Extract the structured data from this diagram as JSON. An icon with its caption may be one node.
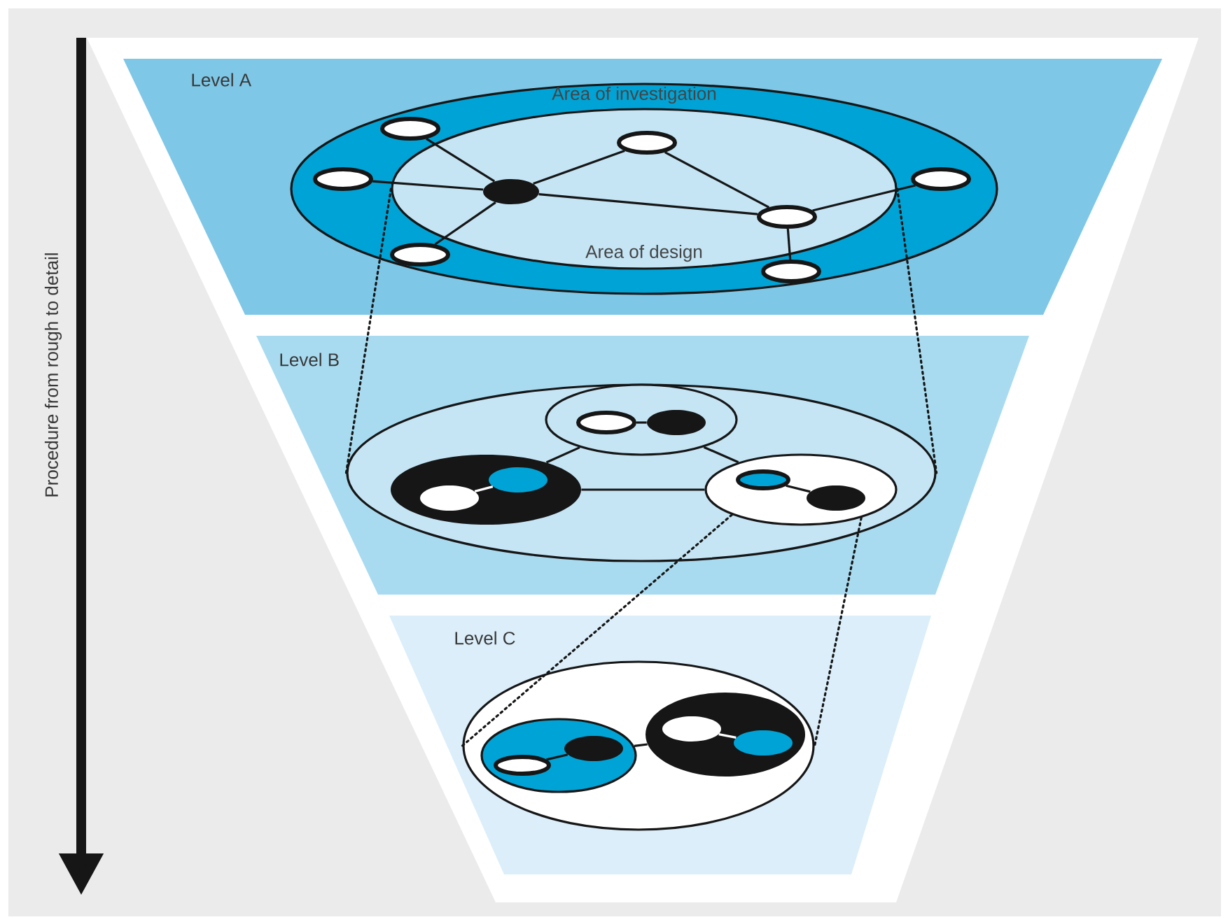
{
  "diagram": {
    "nodes": [
      {
        "text": [
          "Level A"
        ]
      },
      {
        "text": [
          "Area of investigation"
        ],
        "in": 0
      },
      {
        "text": [
          "Area of design"
        ],
        "in": 1
      },
      {
        "text": [],
        "shape": "ellipse",
        "in": 1
      },
      {
        "text": [],
        "shape": "ellipse",
        "in": 1
      },
      {
        "text": [],
        "shape": "ellipse",
        "in": 1
      },
      {
        "text": [],
        "shape": "ellipse",
        "in": 2
      },
      {
        "text": [],
        "shape": "ellipse",
        "in": 2
      },
      {
        "text": [],
        "shape": "ellipse",
        "in": 2
      },
      {
        "text": [],
        "shape": "ellipse",
        "in": 1
      },
      {
        "text": [],
        "shape": "ellipse",
        "in": 1
      },
      {
        "text": [
          "Level B"
        ]
      },
      {
        "text": [],
        "shape": "ellipse",
        "in": 11
      },
      {
        "text": [],
        "shape": "ellipse",
        "in": 12
      },
      {
        "text": [],
        "shape": "ellipse",
        "in": 13
      },
      {
        "text": [],
        "shape": "ellipse",
        "in": 13
      },
      {
        "text": [],
        "shape": "ellipse",
        "in": 12
      },
      {
        "text": [],
        "shape": "ellipse",
        "in": 16
      },
      {
        "text": [],
        "shape": "ellipse",
        "in": 16
      },
      {
        "text": [],
        "shape": "ellipse",
        "in": 12
      },
      {
        "text": [],
        "shape": "ellipse",
        "in": 19
      },
      {
        "text": [],
        "shape": "ellipse",
        "in": 19
      },
      {
        "text": [
          "Level C"
        ]
      },
      {
        "text": [],
        "shape": "ellipse",
        "in": 22
      },
      {
        "text": [],
        "shape": "ellipse",
        "in": 23
      },
      {
        "text": [],
        "shape": "ellipse",
        "in": 24
      },
      {
        "text": [],
        "shape": "ellipse",
        "in": 24
      },
      {
        "text": [],
        "shape": "ellipse",
        "in": 23
      },
      {
        "text": [],
        "shape": "ellipse",
        "in": 27
      },
      {
        "text": [],
        "shape": "ellipse",
        "in": 27
      }
    ],
    "edges": [
      {
        "from": 3,
        "to": 6,
        "arrow": "none"
      },
      {
        "from": 4,
        "to": 6,
        "arrow": "none"
      },
      {
        "from": 5,
        "to": 6,
        "arrow": "none"
      },
      {
        "from": 6,
        "to": 7,
        "arrow": "none"
      },
      {
        "from": 6,
        "to": 8,
        "arrow": "none"
      },
      {
        "from": 7,
        "to": 8,
        "arrow": "none"
      },
      {
        "from": 8,
        "to": 9,
        "arrow": "none"
      },
      {
        "from": 8,
        "to": 10,
        "arrow": "none"
      },
      {
        "from": 14,
        "to": 15,
        "arrow": "none"
      },
      {
        "from": 17,
        "to": 18,
        "arrow": "none",
        "color": "#ffffff"
      },
      {
        "from": 20,
        "to": 21,
        "arrow": "none"
      },
      {
        "from": 13,
        "to": 16,
        "arrow": "none"
      },
      {
        "from": 13,
        "to": 19,
        "arrow": "none"
      },
      {
        "from": 16,
        "to": 19,
        "arrow": "none"
      },
      {
        "from": 25,
        "to": 26,
        "arrow": "none"
      },
      {
        "from": 28,
        "to": 29,
        "arrow": "none",
        "color": "#ffffff"
      },
      {
        "from": 24,
        "to": 27,
        "arrow": "none"
      },
      {
        "from": 2,
        "to": 12,
        "arrow": "none",
        "style": "dashed"
      },
      {
        "from": 2,
        "to": 12,
        "arrow": "none",
        "style": "dashed"
      },
      {
        "from": 19,
        "to": 23,
        "arrow": "none",
        "style": "dashed"
      },
      {
        "from": 19,
        "to": 23,
        "arrow": "none",
        "style": "dashed"
      }
    ],
    "labels": [
      "Procedure from rough to detail"
    ]
  }
}
